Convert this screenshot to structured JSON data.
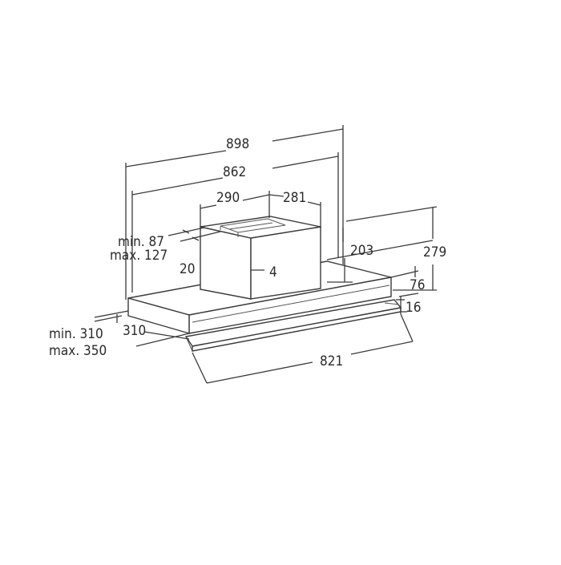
{
  "dimensions": {
    "total_width": "898",
    "inner_width": "862",
    "chimney_width": "290",
    "chimney_depth": "281",
    "duct_min": "min. 87",
    "duct_max": "max. 127",
    "chimney_side": "20",
    "chimney_front": "4",
    "upper_height": "203",
    "total_height": "279",
    "canopy_height": "76",
    "visor_height": "16",
    "depth": "310",
    "depth_min": "min. 310",
    "depth_max": "max. 350",
    "visor_width": "821"
  }
}
